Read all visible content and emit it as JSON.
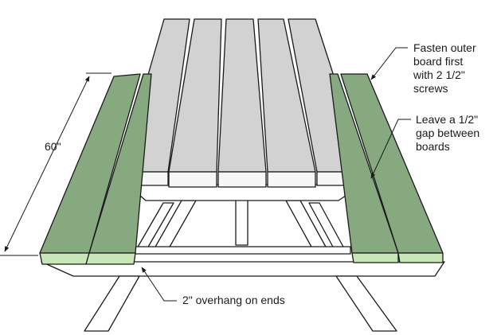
{
  "annotations": {
    "length": "60\"",
    "fasten": "Fasten outer\nboard first\nwith 2 1/2\"\nscrews",
    "gap": "Leave a 1/2\"\ngap between\nboards",
    "overhang": "2\" overhang on ends"
  },
  "colors": {
    "top_board": "#d2d2d2",
    "top_board_front": "#f7f7f7",
    "seat_board": "#87a97f",
    "seat_board_front": "#c8e6b8",
    "frame": "#ffffff",
    "outline": "#1a1a1a"
  }
}
